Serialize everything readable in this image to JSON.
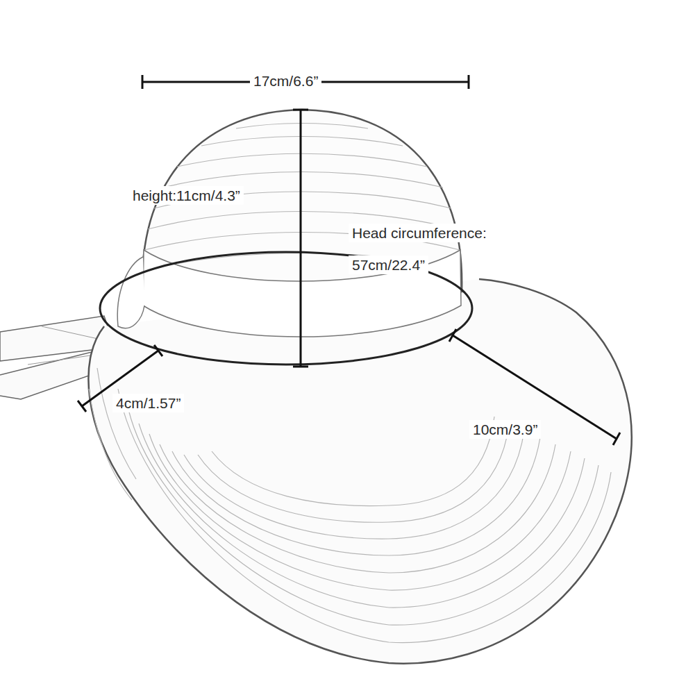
{
  "diagram": {
    "labels": [
      "17cm/6.6”",
      "height:11cm/4.3”",
      "Head circumference:",
      "57cm/22.4”",
      "4cm/1.57”",
      "10cm/3.9”"
    ]
  }
}
